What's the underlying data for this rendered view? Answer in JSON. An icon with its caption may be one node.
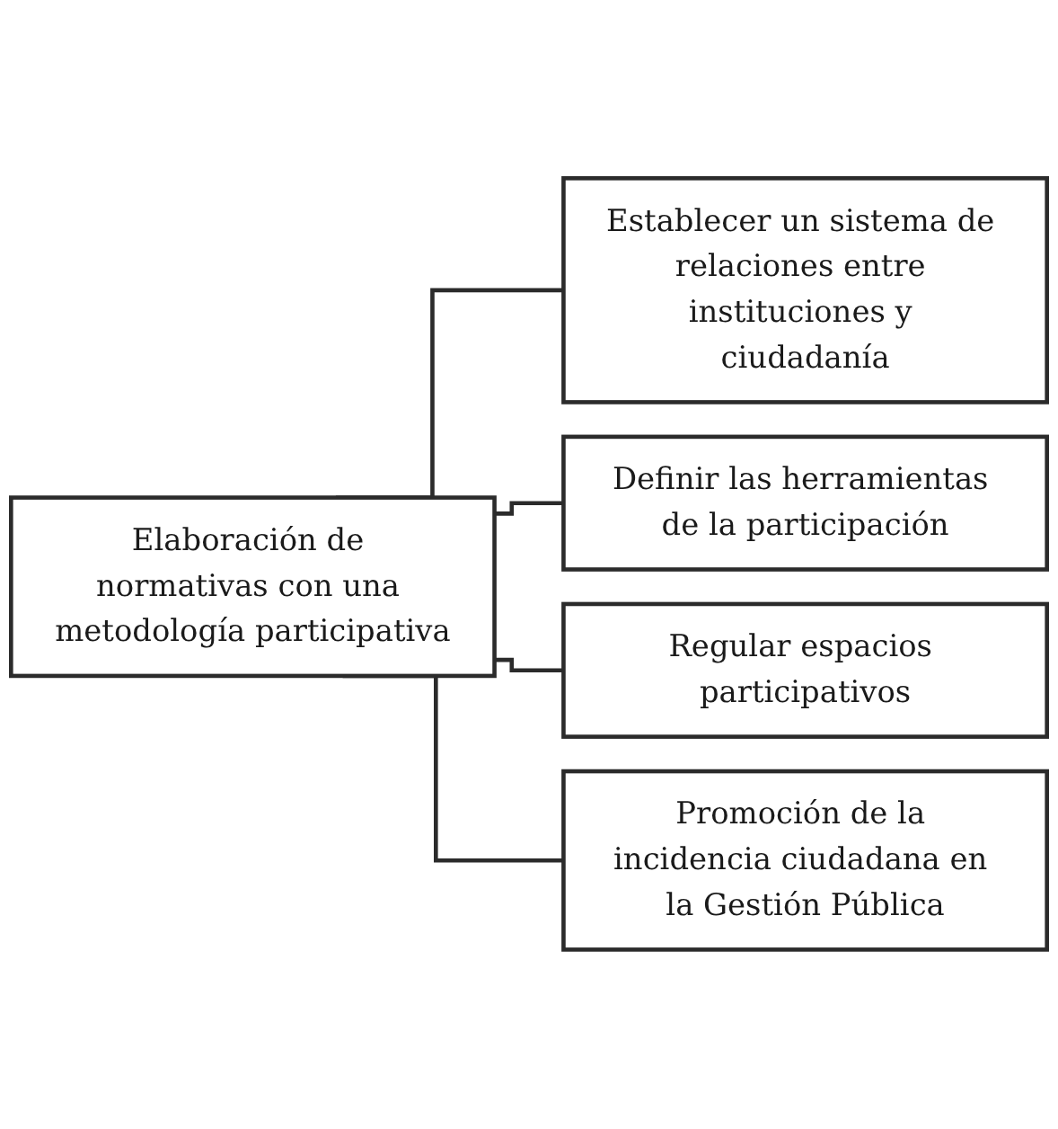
{
  "diagram": {
    "nodes": [
      {
        "text": [
          "Elaboración de normativas con una metodología participativa"
        ]
      },
      {
        "text": [
          "Establecer un sistema de relaciones entre instituciones y ciudadanía"
        ]
      },
      {
        "text": [
          "Definir las herramientas de la participación"
        ]
      },
      {
        "text": [
          "Regular espacios participativos"
        ]
      },
      {
        "text": [
          "Promoción de la incidencia ciudadana en la Gestión Pública"
        ]
      }
    ],
    "edges": [
      {
        "from": 0,
        "to": 1,
        "arrow": "none"
      },
      {
        "from": 0,
        "to": 2,
        "arrow": "none"
      },
      {
        "from": 0,
        "to": 3,
        "arrow": "none"
      },
      {
        "from": 0,
        "to": 4,
        "arrow": "none"
      }
    ]
  }
}
